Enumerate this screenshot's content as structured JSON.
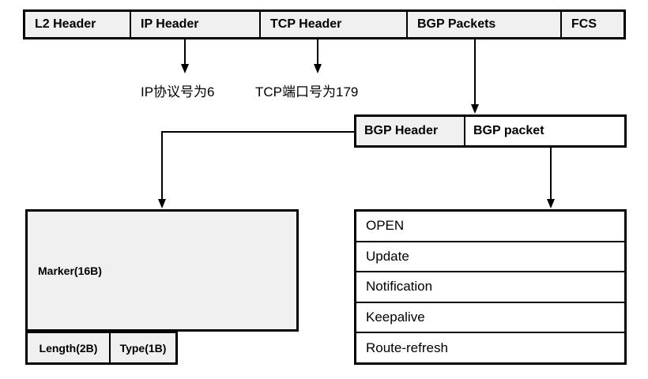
{
  "frame": {
    "cells": [
      {
        "label": "L2 Header"
      },
      {
        "label": "IP Header"
      },
      {
        "label": "TCP Header"
      },
      {
        "label": "BGP Packets"
      },
      {
        "label": "FCS"
      }
    ]
  },
  "notes": {
    "ip_protocol": "IP协议号为6",
    "tcp_port": "TCP端口号为179"
  },
  "bgp": {
    "header": "BGP Header",
    "packet": "BGP packet"
  },
  "header_fields": {
    "marker": "Marker(16B)",
    "length": "Length(2B)",
    "type": "Type(1B)"
  },
  "packet_types": [
    {
      "label": "OPEN"
    },
    {
      "label": "Update"
    },
    {
      "label": "Notification"
    },
    {
      "label": "Keepalive"
    },
    {
      "label": "Route-refresh"
    }
  ],
  "colors": {
    "cell_fill": "#f0f0f0",
    "white_fill": "#ffffff",
    "line": "#000000"
  }
}
